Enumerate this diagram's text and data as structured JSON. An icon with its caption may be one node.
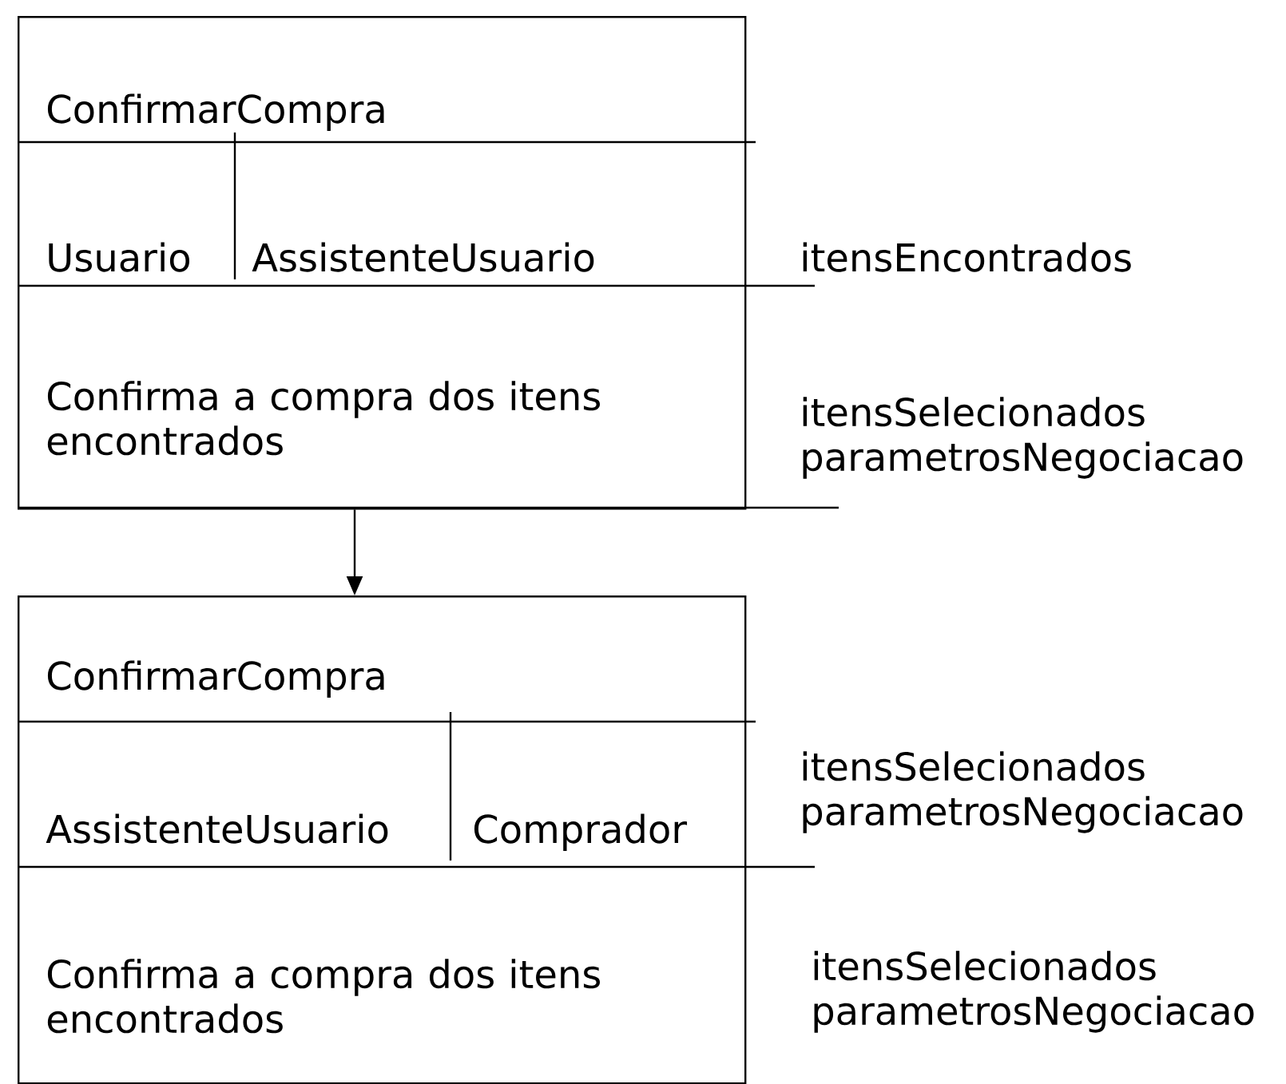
{
  "diagram": {
    "nodes": [
      {
        "text": [
          "ConfirmarCompra",
          "Usuario",
          "AssistenteUsuario",
          "Confirma a compra dos itens encontrados"
        ],
        "beside": [
          "itensEncontrados",
          "itensSelecionados parametrosNegociacao"
        ]
      },
      {
        "text": [
          "ConfirmarCompra",
          "AssistenteUsuario",
          "Comprador",
          "Confirma a compra dos itens encontrados"
        ],
        "beside": [
          "itensSelecionados parametrosNegociacao",
          "itensSelecionados parametrosNegociacao"
        ]
      }
    ],
    "edges": [
      {
        "from": 0,
        "to": 1,
        "arrow": "to"
      }
    ]
  }
}
